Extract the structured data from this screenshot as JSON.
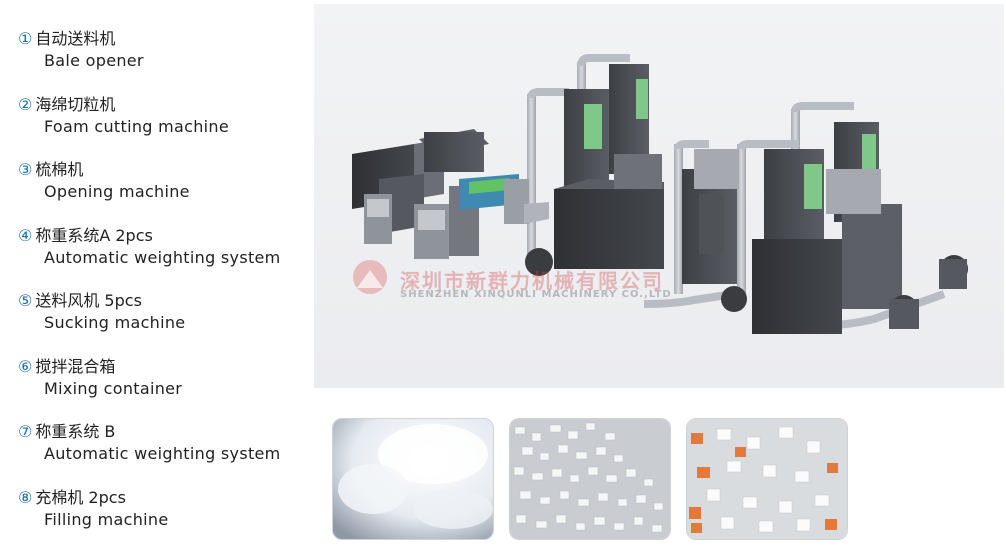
{
  "list": [
    {
      "num": "①",
      "cn": "自动送料机",
      "en": "Bale opener"
    },
    {
      "num": "②",
      "cn": "海绵切粒机",
      "en": "Foam cutting machine"
    },
    {
      "num": "③",
      "cn": "梳棉机",
      "en": "Opening machine"
    },
    {
      "num": "④",
      "cn": "称重系统A 2pcs",
      "en": "Automatic weighting system"
    },
    {
      "num": "⑤",
      "cn": "送料风机 5pcs",
      "en": "Sucking machine"
    },
    {
      "num": "⑥",
      "cn": "搅拌混合箱",
      "en": "Mixing container"
    },
    {
      "num": "⑦",
      "cn": "称重系统 B",
      "en": "Automatic weighting system"
    },
    {
      "num": "⑧",
      "cn": "充棉机 2pcs",
      "en": "Filling machine"
    }
  ],
  "watermark": {
    "cn": "深圳市新群力机械有限公司",
    "en": "SHENZHEN XINQUNLI MACHINERY CO.,LTD"
  },
  "colors": {
    "accent": "#1f6fa8",
    "machine": "#4a4d52",
    "duct": "#b8bcc3",
    "glass": "#7fc88a"
  }
}
